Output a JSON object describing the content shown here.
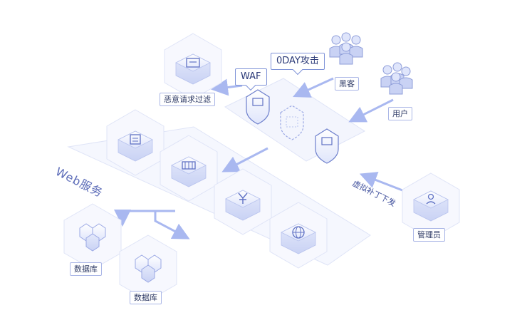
{
  "labels": {
    "filter": "恶意请求过滤",
    "waf": "WAF",
    "attack": "0DAY攻击",
    "hacker": "黑客",
    "user": "用户",
    "web_service": "Web服务",
    "patch": "虚拟补丁下发",
    "admin": "管理员",
    "db1": "数据库",
    "db2": "数据库"
  },
  "icons": {
    "filter_box": "server-icon",
    "waf_shield_left": "shield-icon",
    "waf_shield_mid": "shield-icon",
    "waf_shield_right": "shield-icon",
    "web_server_1": "document-icon",
    "web_server_2": "gateway-icon",
    "web_server_3": "yen-icon",
    "web_server_4": "globe-icon",
    "database_1": "database-icon",
    "database_2": "database-icon",
    "admin": "person-icon",
    "hacker_group": "hacker-icon",
    "user_group": "people-icon"
  },
  "colors": {
    "accent": "#7f93d8",
    "line": "#a9b8f0",
    "text": "#2f3b66",
    "tile": "#eef1fc"
  }
}
